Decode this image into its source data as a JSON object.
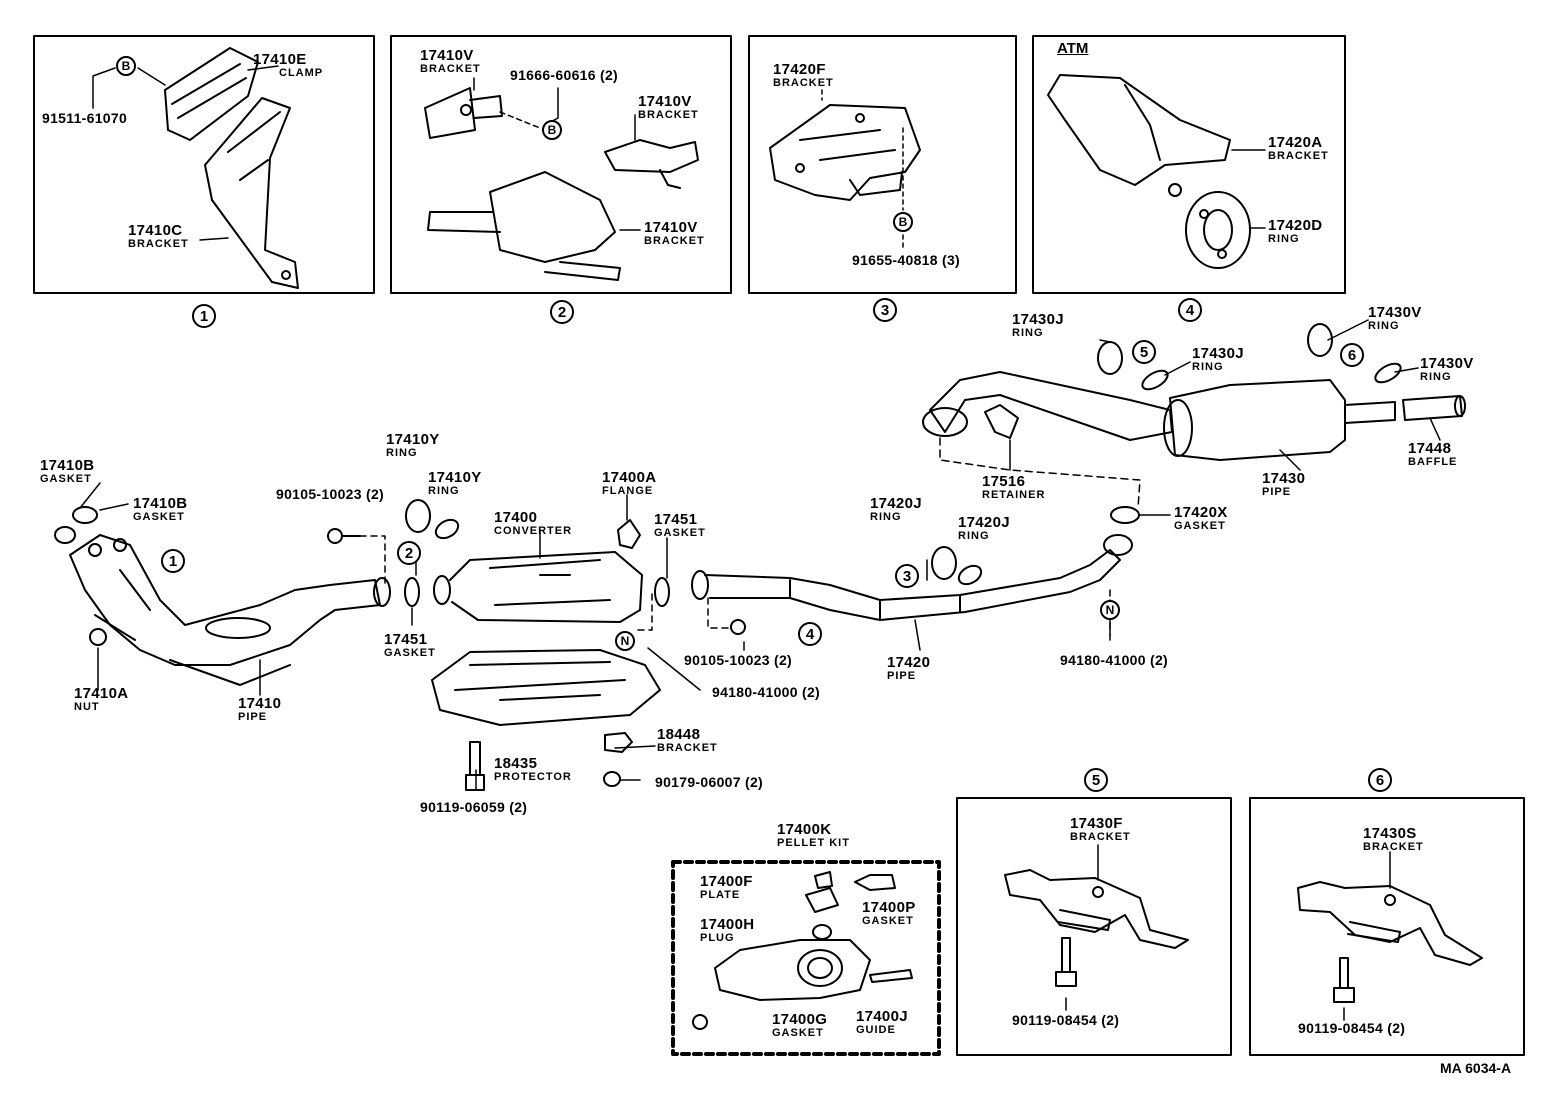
{
  "panels": [
    {
      "num": "1",
      "parts": [
        {
          "pn": "17410E",
          "name": "CLAMP"
        },
        {
          "pn": "91511-61070"
        },
        {
          "pn": "17410C",
          "name": "BRACKET"
        }
      ]
    },
    {
      "num": "2",
      "parts": [
        {
          "pn": "17410V",
          "name": "BRACKET"
        },
        {
          "pn": "91666-60616 (2)"
        },
        {
          "pn": "17410V",
          "name": "BRACKET"
        },
        {
          "pn": "17410V",
          "name": "BRACKET"
        }
      ]
    },
    {
      "num": "3",
      "parts": [
        {
          "pn": "17420F",
          "name": "BRACKET"
        },
        {
          "pn": "91655-40818 (3)"
        }
      ]
    },
    {
      "num": "4",
      "label": "ATM",
      "parts": [
        {
          "pn": "17420A",
          "name": "BRACKET"
        },
        {
          "pn": "17420D",
          "name": "RING"
        }
      ]
    },
    {
      "num": "5",
      "parts": [
        {
          "pn": "17430F",
          "name": "BRACKET"
        },
        {
          "pn": "90119-08454 (2)"
        }
      ]
    },
    {
      "num": "6",
      "parts": [
        {
          "pn": "17430S",
          "name": "BRACKET"
        },
        {
          "pn": "90119-08454 (2)"
        }
      ]
    }
  ],
  "bolt_marker": "B",
  "nut_marker": "N",
  "main_parts": [
    {
      "pn": "17410B",
      "name": "GASKET"
    },
    {
      "pn": "17410B",
      "name": "GASKET"
    },
    {
      "pn": "17410A",
      "name": "NUT"
    },
    {
      "pn": "17410",
      "name": "PIPE"
    },
    {
      "pn": "90105-10023 (2)"
    },
    {
      "pn": "17410Y",
      "name": "RING"
    },
    {
      "pn": "17410Y",
      "name": "RING"
    },
    {
      "pn": "17451",
      "name": "GASKET"
    },
    {
      "pn": "17400",
      "name": "CONVERTER"
    },
    {
      "pn": "17400A",
      "name": "FLANGE"
    },
    {
      "pn": "17451",
      "name": "GASKET"
    },
    {
      "pn": "94180-41000 (2)"
    },
    {
      "pn": "18448",
      "name": "BRACKET"
    },
    {
      "pn": "18435",
      "name": "PROTECTOR"
    },
    {
      "pn": "90119-06059 (2)"
    },
    {
      "pn": "90179-06007 (2)"
    },
    {
      "pn": "90105-10023 (2)"
    },
    {
      "pn": "17420J",
      "name": "RING"
    },
    {
      "pn": "17420J",
      "name": "RING"
    },
    {
      "pn": "17420",
      "name": "PIPE"
    },
    {
      "pn": "94180-41000 (2)"
    },
    {
      "pn": "17420X",
      "name": "GASKET"
    },
    {
      "pn": "17516",
      "name": "RETAINER"
    },
    {
      "pn": "17430J",
      "name": "RING"
    },
    {
      "pn": "17430J",
      "name": "RING"
    },
    {
      "pn": "17430V",
      "name": "RING"
    },
    {
      "pn": "17430V",
      "name": "RING"
    },
    {
      "pn": "17430",
      "name": "PIPE"
    },
    {
      "pn": "17448",
      "name": "BAFFLE"
    }
  ],
  "pellet_kit": {
    "parts": [
      {
        "pn": "17400K",
        "name": "PELLET KIT"
      },
      {
        "pn": "17400F",
        "name": "PLATE"
      },
      {
        "pn": "17400H",
        "name": "PLUG"
      },
      {
        "pn": "17400P",
        "name": "GASKET"
      },
      {
        "pn": "17400G",
        "name": "GASKET"
      },
      {
        "pn": "17400J",
        "name": "GUIDE"
      }
    ]
  },
  "drawing_ref": "MA 6034-A"
}
